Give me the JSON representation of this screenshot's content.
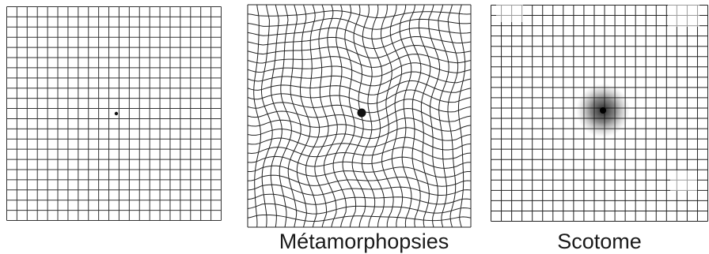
{
  "panels": [
    {
      "id": "normal",
      "caption": "",
      "grid_lines": 21,
      "distortion": "none",
      "fixation_dot": "small",
      "line_color": "#333333"
    },
    {
      "id": "metamorphopsia",
      "caption": "Métamorphopsies",
      "grid_lines": 24,
      "distortion": "wavy",
      "fixation_dot": "large",
      "line_color": "#222222"
    },
    {
      "id": "scotoma",
      "caption": "Scotome",
      "grid_lines": 21,
      "distortion": "central-dark-spot",
      "fixation_dot": "medium",
      "line_color": "#222222"
    }
  ]
}
